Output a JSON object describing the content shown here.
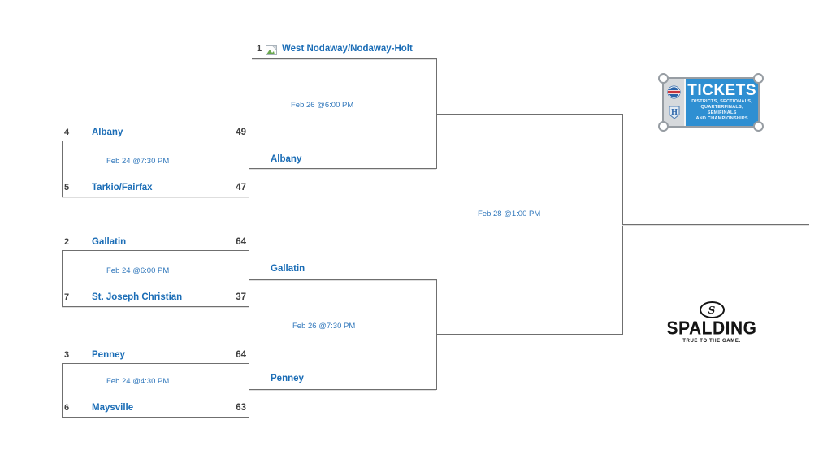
{
  "bracket": {
    "top_seed": {
      "seed": "1",
      "team": "West Nodaway/Nodaway-Holt"
    },
    "round1": [
      {
        "seed_top": "4",
        "team_top": "Albany",
        "score_top": "49",
        "datetime": "Feb 24 @7:30 PM",
        "seed_bottom": "5",
        "team_bottom": "Tarkio/Fairfax",
        "score_bottom": "47"
      },
      {
        "seed_top": "2",
        "team_top": "Gallatin",
        "score_top": "64",
        "datetime": "Feb 24 @6:00 PM",
        "seed_bottom": "7",
        "team_bottom": "St. Joseph Christian",
        "score_bottom": "37"
      },
      {
        "seed_top": "3",
        "team_top": "Penney",
        "score_top": "64",
        "datetime": "Feb 24 @4:30 PM",
        "seed_bottom": "6",
        "team_bottom": "Maysville",
        "score_bottom": "63"
      }
    ],
    "semifinals": [
      {
        "datetime": "Feb 26 @6:00 PM",
        "advancer": "Albany"
      },
      {
        "datetime": "Feb 26 @7:30 PM",
        "advancer_top": "Gallatin",
        "advancer_bottom": "Penney"
      }
    ],
    "final": {
      "datetime": "Feb 28 @1:00 PM"
    }
  },
  "tickets_badge": {
    "title": "TICKETS",
    "line1": "DISTRICTS, SECTIONALS,",
    "line2": "QUARTERFINALS, SEMIFINALS",
    "line3": "AND CHAMPIONSHIPS",
    "stub_letter": "H"
  },
  "spalding_logo": {
    "letter": "S",
    "name": "SPALDING",
    "tagline": "TRUE TO THE GAME."
  },
  "colors": {
    "team_blue": "#1b6db6",
    "date_blue": "#3077bb",
    "score_gray": "#404040",
    "line_gray": "#6f6f6f",
    "ticket_blue": "#2e8fd2"
  }
}
